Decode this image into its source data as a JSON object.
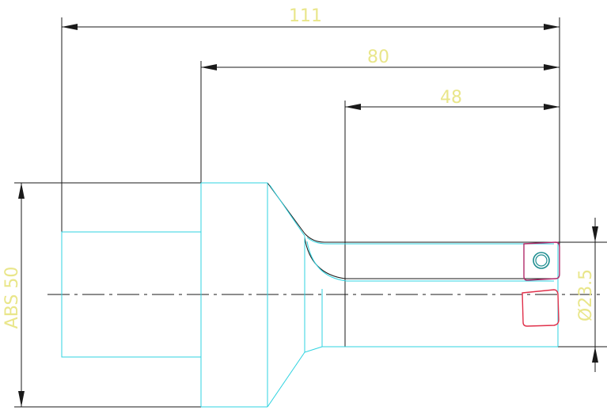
{
  "drawing": {
    "dimensions": {
      "overall_length": "111",
      "body_length": "80",
      "shank_length": "48",
      "absorb_dia": "ABS 50",
      "cut_dia": "Ø23.5"
    },
    "colors": {
      "background": "#ffffff",
      "outline_black": "#1a1a1a",
      "outline_cyan": "#2fd3e0",
      "dimension_text": "#e9e68a",
      "insert_red": "#e0304a",
      "insert_magenta": "#b02a6a",
      "screw_teal": "#1e8e90"
    }
  }
}
